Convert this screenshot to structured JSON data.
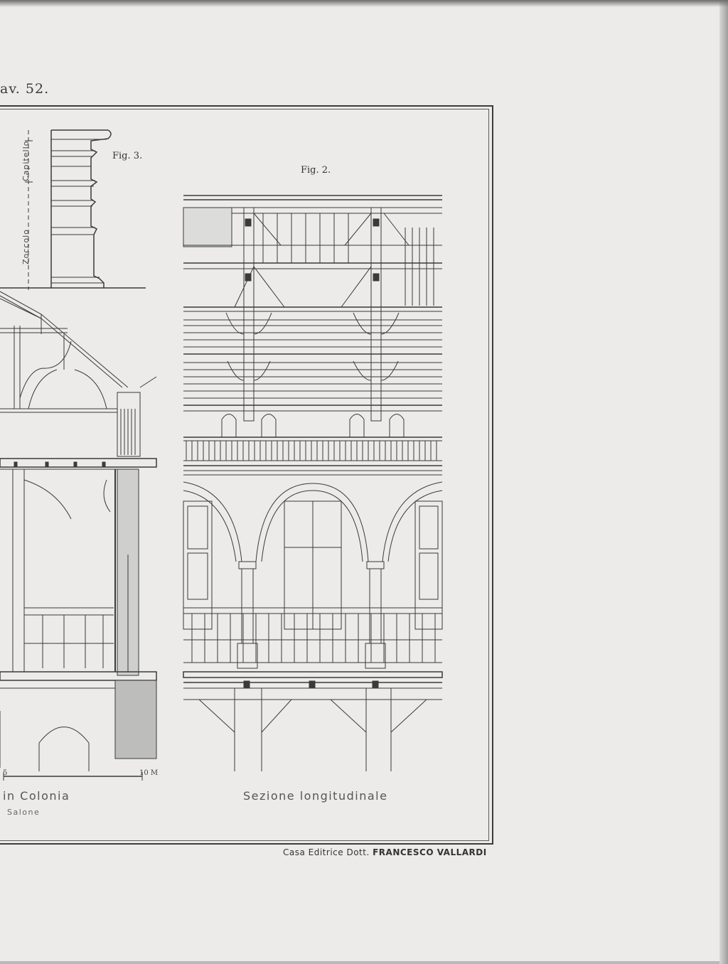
{
  "plate": {
    "label": "av. 52."
  },
  "figures": {
    "fig3": {
      "label": "Fig. 3.",
      "capitello": "Capitello",
      "zoccolo": "Zoccolo"
    },
    "fig2": {
      "label": "Fig. 2."
    }
  },
  "captions": {
    "left_main": "in Colonia",
    "left_sub": "Salone",
    "right_main": "Sezione longitudinale"
  },
  "scale": {
    "mark_5": "5",
    "mark_10": "10 M"
  },
  "publisher": {
    "prefix": "Casa Editrice Dott.",
    "name": "FRANCESCO VALLARDI"
  }
}
